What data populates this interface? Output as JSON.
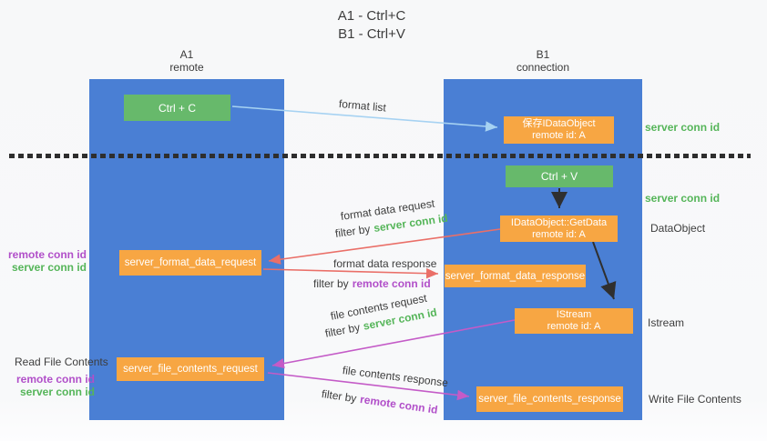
{
  "title": {
    "line1": "A1 - Ctrl+C",
    "line2": "B1 - Ctrl+V"
  },
  "lanes": {
    "a1": {
      "name": "A1",
      "subtitle": "remote"
    },
    "b1": {
      "name": "B1",
      "subtitle": "connection"
    }
  },
  "nodes": {
    "ctrl_c": {
      "label": "Ctrl + C"
    },
    "save_dataobject": {
      "line1": "保存IDataObject",
      "line2": "remote id: A"
    },
    "ctrl_v": {
      "label": "Ctrl + V"
    },
    "getdata": {
      "line1": "IDataObject::GetData",
      "line2": "remote id: A"
    },
    "server_format_data_request": {
      "label": "server_format_data_request"
    },
    "server_format_data_response": {
      "label": "server_format_data_response"
    },
    "istream": {
      "line1": "IStream",
      "line2": "remote id: A"
    },
    "server_file_contents_request": {
      "label": "server_file_contents_request"
    },
    "server_file_contents_response": {
      "label": "server_file_contents_response"
    }
  },
  "arrow_labels": {
    "format_list": {
      "text": "format list"
    },
    "format_data_request": {
      "text": "format data request",
      "filter_prefix": "filter by",
      "filter_key": "server conn id"
    },
    "format_data_response": {
      "text": "format data response",
      "filter_prefix": "filter by",
      "filter_key": "remote conn id"
    },
    "file_contents_request": {
      "text": "file contents request",
      "filter_prefix": "filter by",
      "filter_key": "server conn id"
    },
    "file_contents_response": {
      "text": "file contents response",
      "filter_prefix": "filter by",
      "filter_key": "remote conn id"
    }
  },
  "side_labels": {
    "save_server_conn_id": "server conn id",
    "ctrlv_server_conn_id": "server conn id",
    "dataobject": "DataObject",
    "istream": "Istream",
    "write_file_contents": "Write File Contents",
    "format_remote_conn_id": "remote conn id",
    "format_server_conn_id": "server conn id",
    "read_file_contents": "Read File Contents",
    "file_remote_conn_id": "remote conn id",
    "file_server_conn_id": "server conn id"
  },
  "colors": {
    "lane_blue": "#4a7fd4",
    "node_green": "#67b96b",
    "node_orange": "#f7a643",
    "label_green": "#55b559",
    "label_purple": "#b14fc9",
    "arrow_red": "#ea6f68",
    "arrow_magenta": "#c45bc7",
    "arrow_blue": "#a6d2f2",
    "arrow_black": "#2f2f2f",
    "text_dark": "#3d3d3d"
  }
}
